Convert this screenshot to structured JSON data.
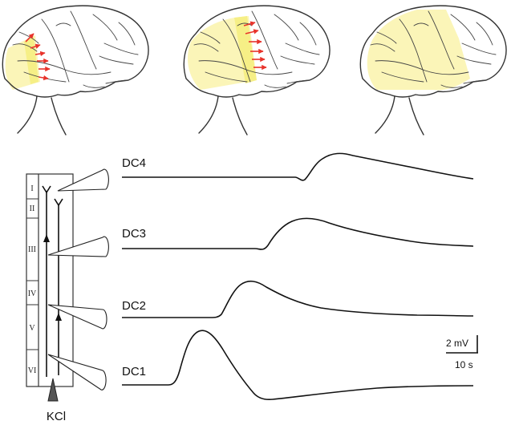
{
  "traces": [
    {
      "label": "DC4"
    },
    {
      "label": "DC3"
    },
    {
      "label": "DC2"
    },
    {
      "label": "DC1"
    }
  ],
  "layers": [
    "I",
    "II",
    "III",
    "IV",
    "V",
    "VI"
  ],
  "stimulus": {
    "label": "KCl"
  },
  "scalebar": {
    "voltage": "2 mV",
    "time": "10 s"
  },
  "colors": {
    "highlight": "#fbf5b8",
    "band": "#f6ef86",
    "arrow": "#e8332b",
    "line": "#111111"
  }
}
